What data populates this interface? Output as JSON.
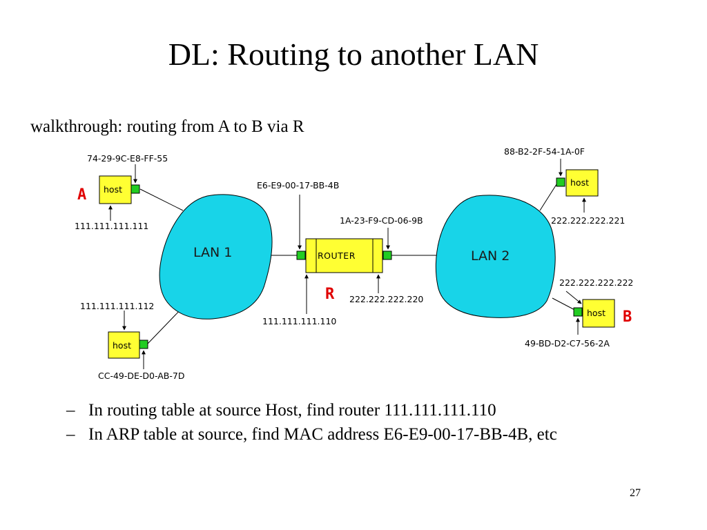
{
  "slide": {
    "title": "DL: Routing to another LAN",
    "subtitle": "walkthrough: routing from A to B via R",
    "page_number": "27"
  },
  "diagram": {
    "lan1": {
      "label": "LAN 1"
    },
    "lan2": {
      "label": "LAN 2"
    },
    "router": {
      "label": "ROUTER",
      "tag": "R",
      "left_mac": "E6-E9-00-17-BB-4B",
      "left_ip": "111.111.111.110",
      "right_mac": "1A-23-F9-CD-06-9B",
      "right_ip": "222.222.222.220"
    },
    "host_a": {
      "label": "host",
      "tag": "A",
      "mac": "74-29-9C-E8-FF-55",
      "ip": "111.111.111.111"
    },
    "host_c": {
      "label": "host",
      "mac": "CC-49-DE-D0-AB-7D",
      "ip": "111.111.111.112"
    },
    "host_d": {
      "label": "host",
      "mac": "88-B2-2F-54-1A-0F",
      "ip": "222.222.222.221"
    },
    "host_b": {
      "label": "host",
      "tag": "B",
      "mac": "49-BD-D2-C7-56-2A",
      "ip": "222.222.222.222"
    },
    "colors": {
      "lan": "#18d4e8",
      "host": "#ffff33",
      "router": "#ffff33",
      "interface": "#22cc22",
      "tag": "#e00000"
    }
  },
  "bullets": [
    "In routing table at source Host, find router 111.111.111.110",
    "In ARP table at source, find MAC address E6-E9-00-17-BB-4B, etc"
  ]
}
